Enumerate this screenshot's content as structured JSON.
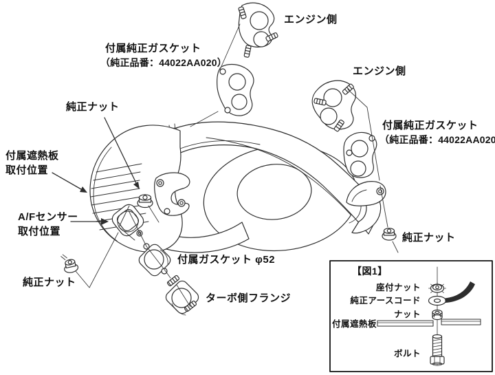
{
  "colors": {
    "background": "#ffffff",
    "line": "#2d2d2d",
    "text": "#111111"
  },
  "diagram": {
    "labels": {
      "engine_side_top": "エンジン側",
      "engine_side_right": "エンジン側",
      "included_oem_gasket_top_line1": "付属純正ガスケット",
      "included_oem_gasket_top_line2": "（純正品番：44022AA020）",
      "included_oem_gasket_right_line1": "付属純正ガスケット",
      "included_oem_gasket_right_line2": "（純正品番：44022AA020）",
      "oem_nut_upper": "純正ナット",
      "oem_nut_lower_left": "純正ナット",
      "oem_nut_right": "純正ナット",
      "heat_shield_position_line1": "付属遮熱板",
      "heat_shield_position_line2": "取付位置",
      "af_sensor_position_line1": "A/Fセンサー",
      "af_sensor_position_line2": "取付位置",
      "included_gasket_phi52": "付属ガスケット φ52",
      "turbo_side_flange": "ターボ側フランジ"
    },
    "figure1": {
      "title": "【図1】",
      "items": [
        "座付ナット",
        "純正アースコード",
        "ナット",
        "付属遮熱板",
        "ボルト"
      ]
    }
  }
}
